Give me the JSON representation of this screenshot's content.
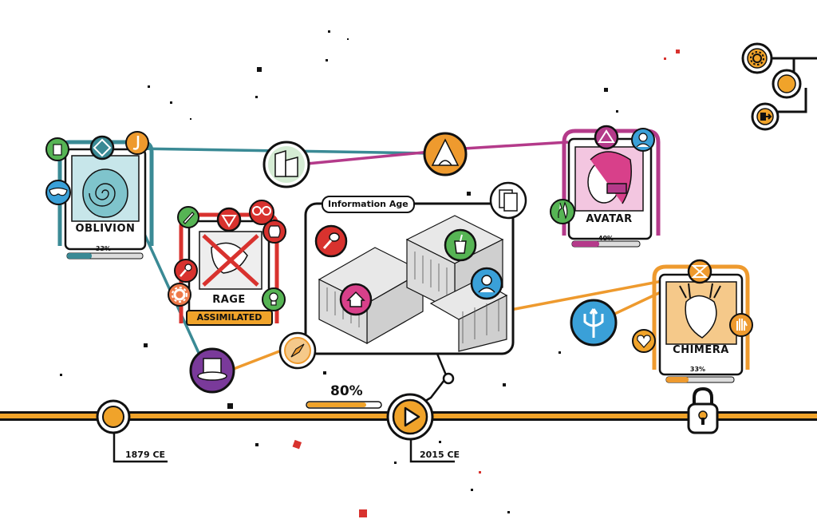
{
  "colors": {
    "timeline": "#f0a32a",
    "teal": "#3a8a95",
    "magenta": "#b43a8a",
    "orange": "#ee9a2e",
    "red": "#d8322e",
    "purple": "#7a3a9a",
    "green": "#56b454",
    "blue": "#3aa0d8",
    "pink": "#d8408a",
    "ink": "#111111"
  },
  "cards": [
    {
      "id": "oblivion",
      "name": "OBLIVION",
      "progress_label": "33%",
      "progress": 0.33,
      "status": "",
      "portrait_icon": "spiral-ghost-icon"
    },
    {
      "id": "rage",
      "name": "RAGE",
      "progress_label": "",
      "progress": 1.0,
      "status": "ASSIMILATED",
      "portrait_icon": "crossed-dragon-icon"
    },
    {
      "id": "avatar",
      "name": "AVATAR",
      "progress_label": "40%",
      "progress": 0.4,
      "status": "",
      "portrait_icon": "cyber-woman-icon"
    },
    {
      "id": "chimera",
      "name": "CHIMERA",
      "progress_label": "33%",
      "progress": 0.33,
      "status": "",
      "portrait_icon": "deer-creature-icon"
    }
  ],
  "era": {
    "title": "Information Age",
    "progress_label": "80%",
    "progress": 0.8
  },
  "timeline": {
    "start_date": "1879 CE",
    "current_date": "2015 CE"
  },
  "menu": {
    "settings_icon": "gear-icon",
    "theme_icon": "moon-icon",
    "exit_icon": "exit-icon"
  }
}
